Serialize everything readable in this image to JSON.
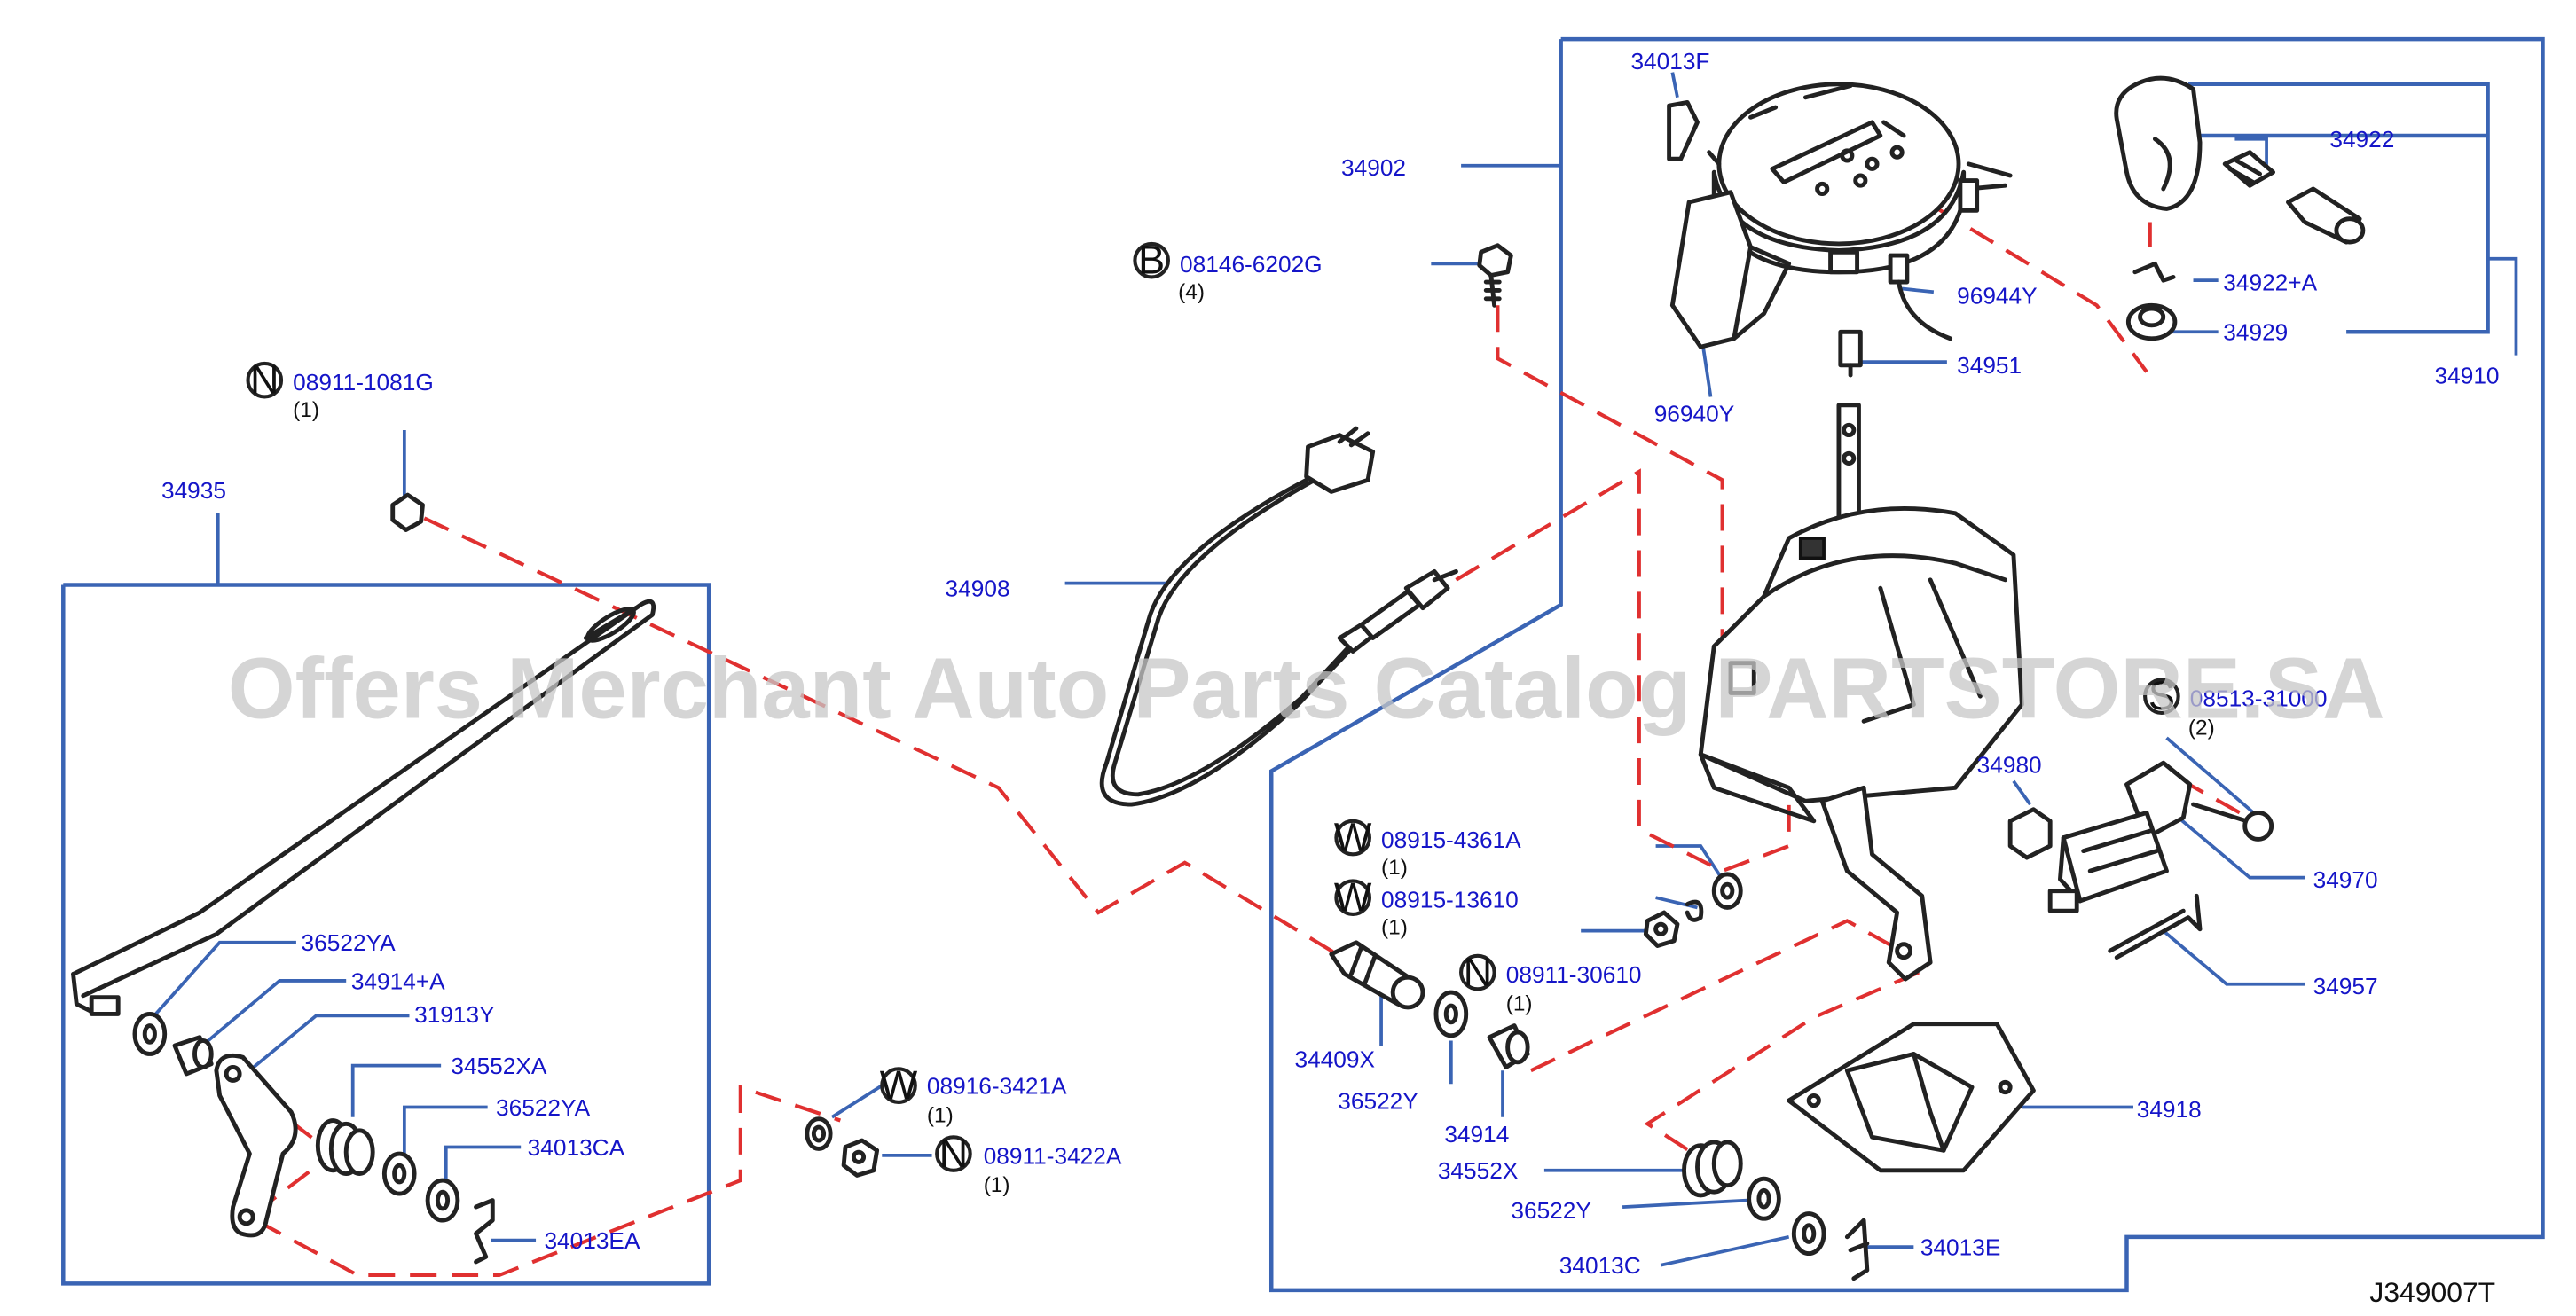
{
  "diagram_code": "J349007T",
  "watermark": "Offers Merchant Auto Parts Catalog PARTSTORE.SA",
  "parts": {
    "p34013F": "34013F",
    "p34902": "34902",
    "p34922": "34922",
    "p08146": "08146-6202G",
    "q08146": "(4)",
    "p96944Y": "96944Y",
    "p34922A": "34922+A",
    "p34929": "34929",
    "p34951": "34951",
    "p34910": "34910",
    "p96940Y": "96940Y",
    "p08911_1081G": "08911-1081G",
    "q08911_1081G": "(1)",
    "p34935": "34935",
    "p34908": "34908",
    "p08513": "08513-31000",
    "q08513": "(2)",
    "p34980": "34980",
    "p08915_4361A": "08915-4361A",
    "q08915_4361A": "(1)",
    "p34970": "34970",
    "p08915_13610": "08915-13610",
    "q08915_13610": "(1)",
    "p36522YA_top": "36522YA",
    "p34914A": "34914+A",
    "p08911_30610": "08911-30610",
    "q08911_30610": "(1)",
    "p34957": "34957",
    "p31913Y": "31913Y",
    "p34409X": "34409X",
    "p34552XA": "34552XA",
    "p36522Y_mid": "36522Y",
    "p34914": "34914",
    "p08916": "08916-3421A",
    "q08916": "(1)",
    "p34918": "34918",
    "p36522YA_bot": "36522YA",
    "p34013CA": "34013CA",
    "p08911_3422A": "08911-3422A",
    "q08911_3422A": "(1)",
    "p34552X": "34552X",
    "p36522Y_bot": "36522Y",
    "p34013EA": "34013EA",
    "p34013C": "34013C",
    "p34013E": "34013E"
  },
  "symbols": {
    "bolt": "B",
    "nut": "N",
    "washer": "W",
    "screw": "S"
  }
}
